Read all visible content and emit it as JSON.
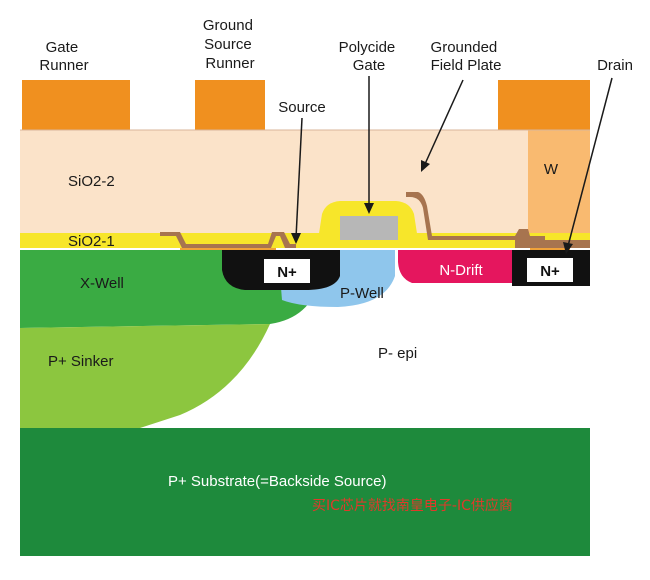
{
  "labels": {
    "gate_runner": [
      "Gate",
      "Runner"
    ],
    "ground_source_runner": [
      "Ground",
      "Source",
      "Runner"
    ],
    "polycide_gate": [
      "Polycide",
      "Gate"
    ],
    "grounded_field_plate": [
      "Grounded",
      "Field Plate"
    ],
    "drain": "Drain",
    "source": "Source",
    "sio2_2": "SiO2-2",
    "sio2_1": "SiO2-1",
    "w": "W",
    "x_well": "X-Well",
    "n_plus_source": "N+",
    "p_well": "P-Well",
    "n_drift": "N-Drift",
    "n_plus_drain": "N+",
    "p_sinker": "P+ Sinker",
    "p_epi": "P- epi",
    "p_substrate": "P+ Substrate(=Backside Source)"
  },
  "watermark": "买IC芯片就找南皇电子-IC供应商",
  "colors": {
    "metal": "#f0901f",
    "sio2": "#fbe3c9",
    "oxide_thin": "#f7e62a",
    "field_plate": "#a7744f",
    "x_well": "#3aab43",
    "p_sinker": "#8cc63f",
    "p_well": "#8fc6ec",
    "n_drift": "#e5165e",
    "n_plus": "#111111",
    "substrate": "#1e8a3c",
    "poly": "#b7b7b7"
  }
}
